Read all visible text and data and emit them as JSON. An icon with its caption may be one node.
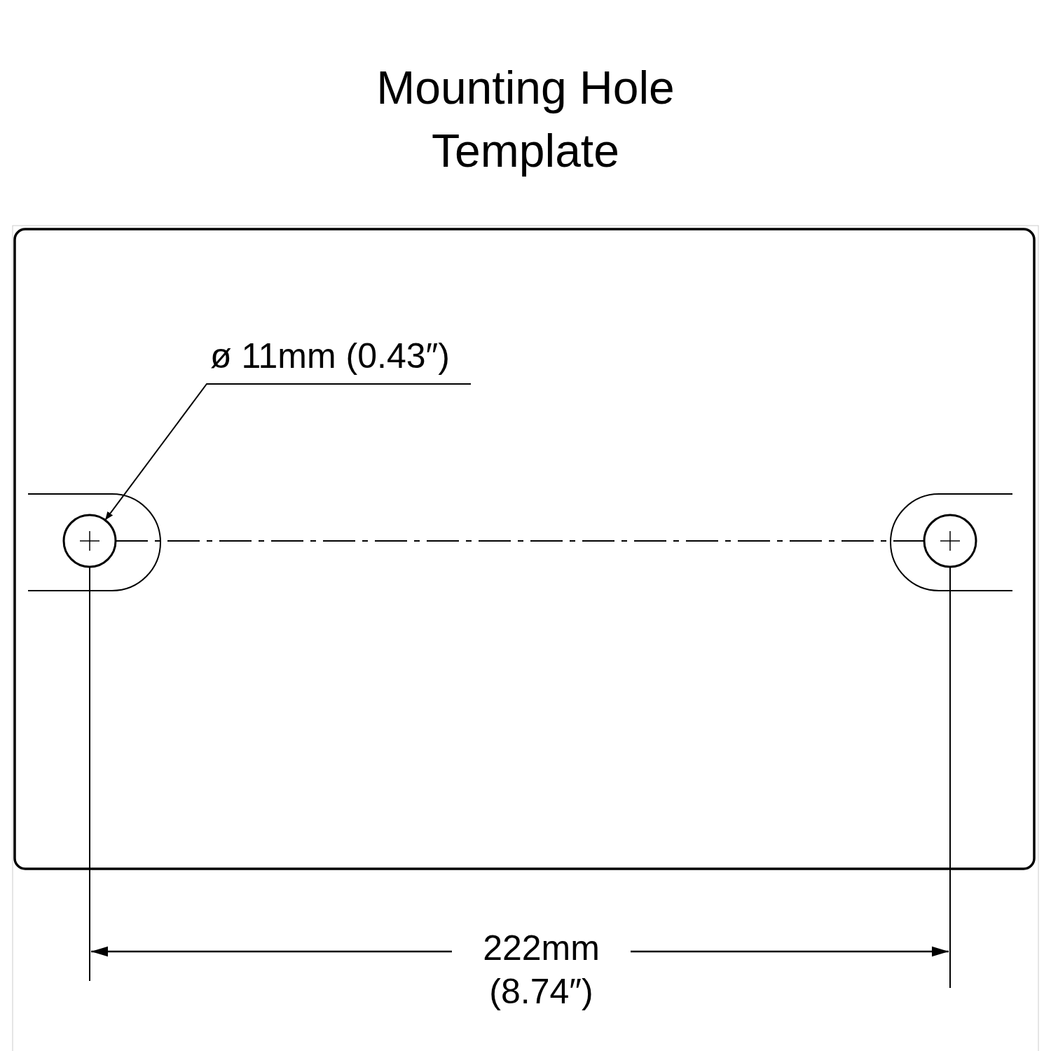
{
  "diagram": {
    "title": "Mounting Hole Template",
    "nodes": [
      {
        "text": [
          "ø 11mm (0.43″)"
        ]
      },
      {
        "text": [],
        "shape": "circle"
      },
      {
        "text": [],
        "shape": "circle"
      }
    ],
    "edges": [
      {
        "from": 0,
        "to": 1,
        "arrow": "to"
      },
      {
        "from": 1,
        "to": 2,
        "arrow": "none",
        "style": "dashed"
      }
    ],
    "labels": [
      "222mm (8.74″)"
    ]
  }
}
